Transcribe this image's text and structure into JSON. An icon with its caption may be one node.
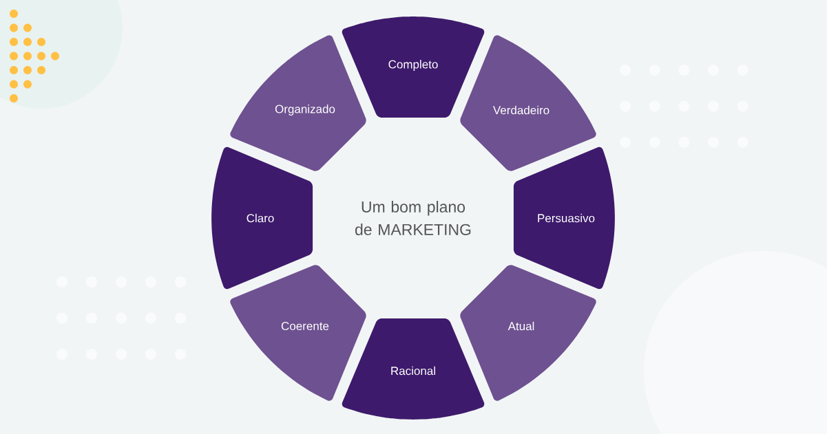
{
  "diagram": {
    "nodes": [
      {
        "text": [
          "Completo"
        ]
      },
      {
        "text": [
          "Verdadeiro"
        ]
      },
      {
        "text": [
          "Persuasivo"
        ]
      },
      {
        "text": [
          "Atual"
        ]
      },
      {
        "text": [
          "Racional"
        ]
      },
      {
        "text": [
          "Coerente"
        ]
      },
      {
        "text": [
          "Claro"
        ]
      },
      {
        "text": [
          "Organizado"
        ]
      }
    ],
    "labels": [
      "Um bom plano de MARKETING"
    ]
  }
}
